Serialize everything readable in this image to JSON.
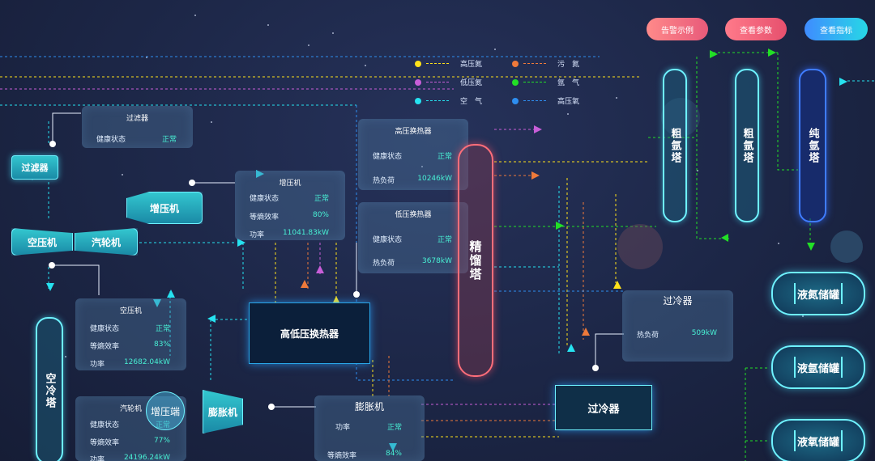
{
  "buttons": {
    "alarm": "告警示例",
    "params": "查看参数",
    "metrics": "查看指标"
  },
  "legend": [
    {
      "label": "高压氮",
      "color": "#ffe21a"
    },
    {
      "label": "低压氮",
      "color": "#c85ed8"
    },
    {
      "label": "空　气",
      "color": "#26e2f0"
    },
    {
      "label": "污　氮",
      "color": "#ef7a3a"
    },
    {
      "label": "氩　气",
      "color": "#22e026"
    },
    {
      "label": "高压氧",
      "color": "#2e8ef0"
    }
  ],
  "panels": {
    "filter": {
      "title": "过滤器",
      "rows": [
        {
          "k": "健康状态",
          "v": "正常"
        }
      ]
    },
    "booster": {
      "title": "增压机",
      "rows": [
        {
          "k": "健康状态",
          "v": "正常"
        },
        {
          "k": "等熵效率",
          "v": "80%"
        },
        {
          "k": "功率",
          "v": "11041.83kW"
        }
      ]
    },
    "hp_hx": {
      "title": "高压换热器",
      "rows": [
        {
          "k": "健康状态",
          "v": "正常"
        },
        {
          "k": "热负荷",
          "v": "10246kW"
        }
      ]
    },
    "lp_hx": {
      "title": "低压换热器",
      "rows": [
        {
          "k": "健康状态",
          "v": "正常"
        },
        {
          "k": "热负荷",
          "v": "3678kW"
        }
      ]
    },
    "compressor": {
      "title": "空压机",
      "rows": [
        {
          "k": "健康状态",
          "v": "正常"
        },
        {
          "k": "等熵效率",
          "v": "83%"
        },
        {
          "k": "功率",
          "v": "12682.04kW"
        }
      ]
    },
    "turbine": {
      "title": "汽轮机",
      "rows": [
        {
          "k": "健康状态",
          "v": "正常"
        },
        {
          "k": "等熵效率",
          "v": "77%"
        },
        {
          "k": "功率",
          "v": "24196.24kW"
        }
      ]
    },
    "expander": {
      "title": "膨胀机",
      "rows": [
        {
          "k": "功率",
          "v": "正常"
        },
        {
          "k": "等熵效率",
          "v": "84%"
        }
      ]
    },
    "subcooler": {
      "title": "过冷器",
      "rows": [
        {
          "k": "热负荷",
          "v": "509kW"
        }
      ]
    }
  },
  "equipment": {
    "filter": "过滤器",
    "booster": "增压机",
    "air_compressor": "空压机",
    "steam_turbine": "汽轮机",
    "air_cooling_tower": "空冷塔",
    "booster_end": "增压端",
    "expander": "膨胀机",
    "hlp_hx": "高低压换热器",
    "distill": "精馏塔",
    "subcooler": "过冷器",
    "crude_argon_1": "粗氩塔",
    "crude_argon_2": "粗氩塔",
    "pure_argon": "纯氩塔",
    "tank_ln": "液氮储罐",
    "tank_lar": "液氩储罐",
    "tank_lo": "液氧储罐"
  }
}
